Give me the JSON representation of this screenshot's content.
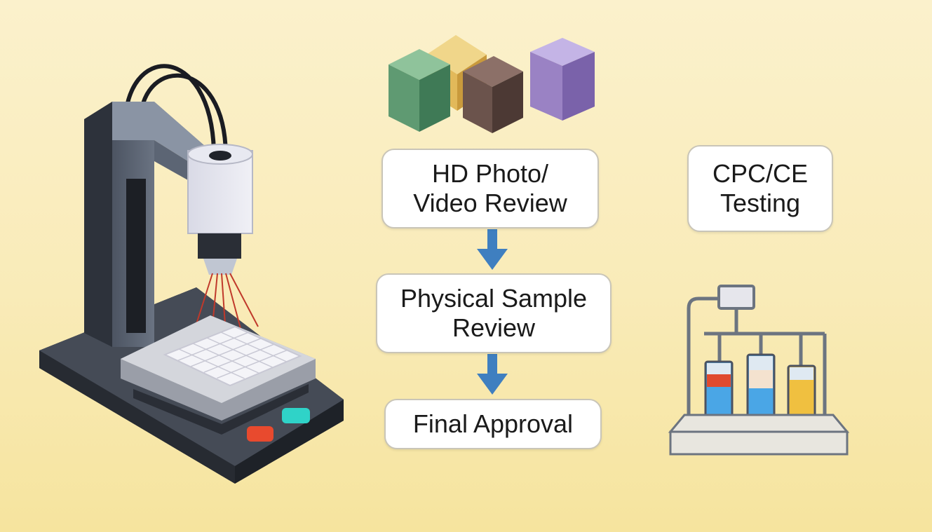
{
  "flow": {
    "hd_review": {
      "line1": "HD Photo/",
      "line2": "Video Review"
    },
    "physical_review": {
      "line1": "Physical Sample",
      "line2": "Review"
    },
    "final_approval": {
      "line1": "Final Approval"
    }
  },
  "testing": {
    "line1": "CPC/CE",
    "line2": "Testing"
  },
  "icons": {
    "left": "3d-scanner-icon",
    "top": "material-sample-cubes-icon",
    "right": "lab-test-tubes-icon"
  },
  "colors": {
    "background": "#f9ebb8",
    "arrow": "#3f7fc0",
    "box_border": "#c9c5b8",
    "cube_green": "#5f9a72",
    "cube_yellow": "#e2b95a",
    "cube_brown": "#6b534c",
    "cube_purple": "#9a82c4",
    "tube_red": "#e04a2f",
    "tube_blue": "#4aa6e6",
    "tube_yellow": "#f0c040"
  }
}
